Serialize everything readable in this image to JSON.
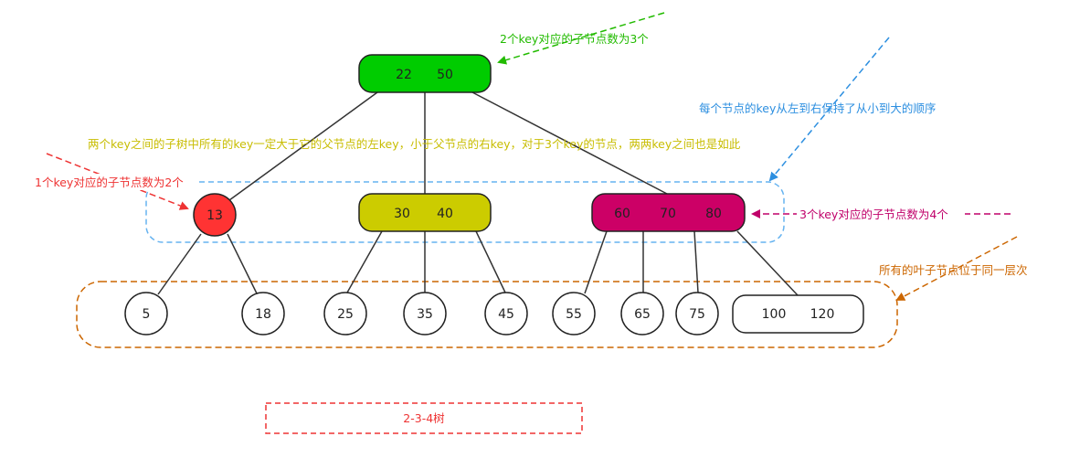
{
  "title": "2-3-4树",
  "tree": {
    "root": {
      "keys": [
        "22",
        "50"
      ],
      "color": "#00cc00"
    },
    "level2": [
      {
        "keys": [
          "13"
        ],
        "color": "#ff3333"
      },
      {
        "keys": [
          "30",
          "40"
        ],
        "color": "#cccc00"
      },
      {
        "keys": [
          "60",
          "70",
          "80"
        ],
        "color": "#cc0066"
      }
    ],
    "leaves": [
      {
        "keys": [
          "5"
        ]
      },
      {
        "keys": [
          "18"
        ]
      },
      {
        "keys": [
          "25"
        ]
      },
      {
        "keys": [
          "35"
        ]
      },
      {
        "keys": [
          "45"
        ]
      },
      {
        "keys": [
          "55"
        ]
      },
      {
        "keys": [
          "65"
        ]
      },
      {
        "keys": [
          "75"
        ]
      },
      {
        "keys": [
          "100",
          "120"
        ]
      }
    ]
  },
  "annotations": {
    "root_children": {
      "text": "2个key对应的子节点数为3个",
      "color": "#22bb00"
    },
    "order": {
      "text": "每个节点的key从左到右保持了从小到大的顺序",
      "color": "#2d8fe0"
    },
    "subtree_rule": {
      "text": "两个key之间的子树中所有的key一定大于它的父节点的左key，小于父节点的右key，对于3个key的节点，两两key之间也是如此",
      "color": "#c8bd00"
    },
    "one_key": {
      "text": "1个key对应的子节点数为2个",
      "color": "#ee3333"
    },
    "three_key": {
      "text": "3个key对应的子节点数为4个",
      "color": "#c0006a"
    },
    "leaves_level": {
      "text": "所有的叶子节点位于同一层次",
      "color": "#cc6600"
    }
  }
}
